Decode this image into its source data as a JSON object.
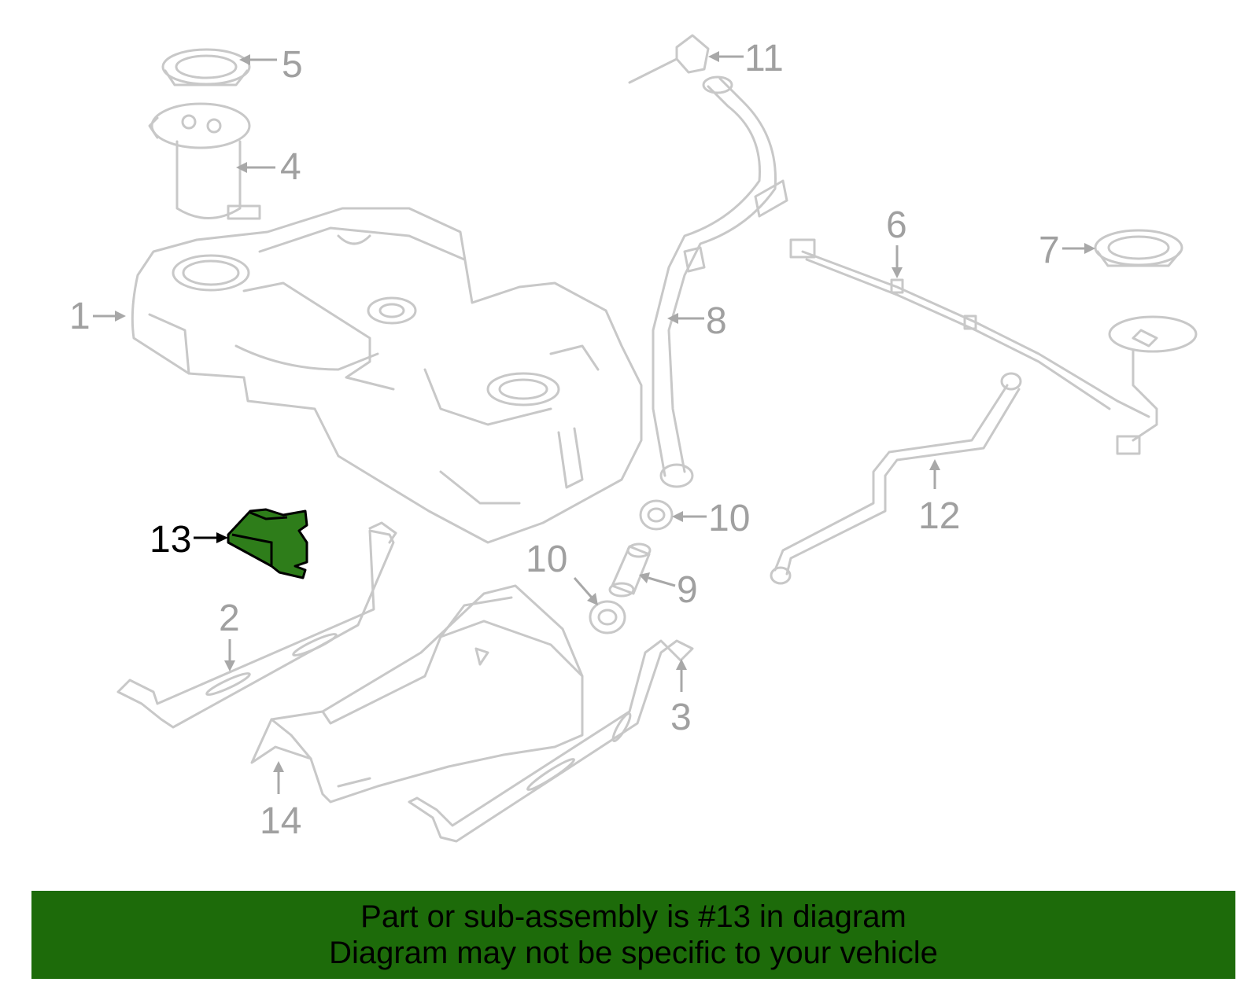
{
  "colors": {
    "part_outline": "#c8c8c8",
    "callout": "#a0a0a0",
    "highlight_fill": "#2e7d1a",
    "banner_bg": "#1d6b0a"
  },
  "callouts": {
    "c1": "1",
    "c2": "2",
    "c3": "3",
    "c4": "4",
    "c5": "5",
    "c6": "6",
    "c7": "7",
    "c8": "8",
    "c9": "9",
    "c10a": "10",
    "c10b": "10",
    "c11": "11",
    "c12": "12",
    "c13": "13",
    "c14": "14"
  },
  "highlight": {
    "part_number": "13"
  },
  "banner": {
    "line1": "Part or sub-assembly is #13 in diagram",
    "line2": "Diagram may not be specific to your vehicle"
  }
}
